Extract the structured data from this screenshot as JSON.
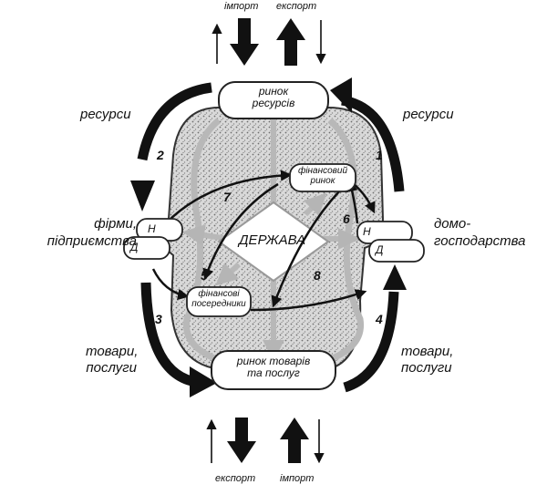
{
  "top": {
    "import": "імпорт",
    "export": "експорт"
  },
  "bottom": {
    "export": "експорт",
    "import": "імпорт"
  },
  "resources_market": {
    "line1": "ринок",
    "line2": "ресурсів"
  },
  "goods_market": {
    "line1": "ринок товарів",
    "line2": "та послуг"
  },
  "state": "ДЕРЖАВА",
  "financial_market": {
    "line1": "фінансовий",
    "line2": "ринок"
  },
  "financial_intermediaries": {
    "line1": "фінансові",
    "line2": "посередники"
  },
  "firms": {
    "line1": "фірми,",
    "line2": "підприємства",
    "tag_top": "Н",
    "tag_bottom": "Д"
  },
  "households": {
    "line1": "домо-",
    "line2": "господарства",
    "tag_top": "Н",
    "tag_bottom": "Д"
  },
  "left_resources": "ресурси",
  "right_resources": "ресурси",
  "left_goods": {
    "line1": "товари,",
    "line2": "послуги"
  },
  "right_goods": {
    "line1": "товари,",
    "line2": "послуги"
  },
  "numbers": [
    "1",
    "2",
    "3",
    "4",
    "5",
    "6",
    "7",
    "8"
  ],
  "colors": {
    "ink": "#111111",
    "gray": "#b8b8b8",
    "stipple": "#8c8c8c"
  }
}
